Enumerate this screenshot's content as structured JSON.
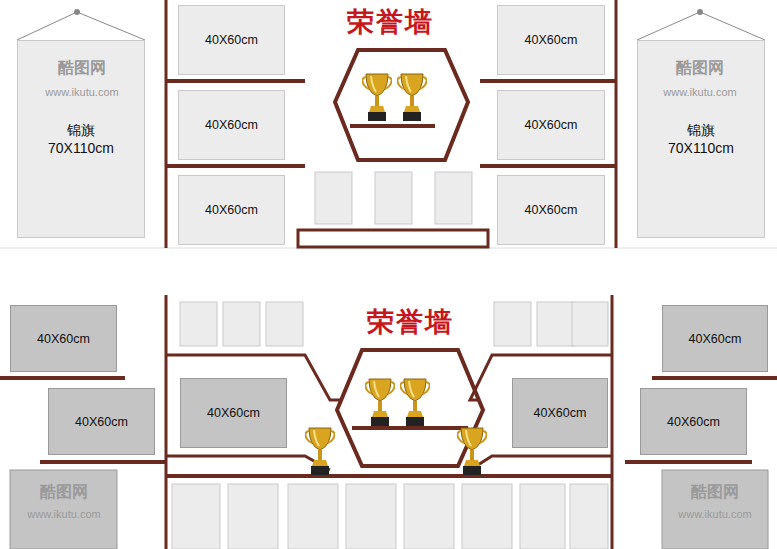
{
  "diagram": {
    "nodes": [
      {
        "text": [
          "锦旗 70X110cm"
        ]
      },
      {
        "text": [
          "40X60cm"
        ]
      },
      {
        "text": [
          "40X60cm"
        ]
      },
      {
        "text": [
          "锦旗 70X110cm"
        ]
      },
      {
        "text": [
          "40X60cm"
        ]
      },
      {
        "text": [
          "40X60cm"
        ]
      },
      {
        "text": [
          "40X60cm"
        ]
      },
      {
        "text": [
          "40X60cm"
        ]
      },
      {
        "text": [
          "40X60cm"
        ]
      },
      {
        "text": [
          "40X60cm"
        ]
      },
      {
        "text": [
          "40X60cm"
        ]
      },
      {
        "text": [
          "40X60cm"
        ]
      },
      {
        "text": [
          "40X60cm"
        ]
      },
      {
        "text": [
          "40X60cm"
        ]
      }
    ],
    "edges": [],
    "labels": [
      "荣誉墙",
      "荣誉墙",
      "酷图网",
      "www.ikutu.com",
      "酷图网",
      "www.ikutu.com",
      "酷图网",
      "www.ikutu.com",
      "酷图网",
      "www.ikutu.com"
    ]
  }
}
